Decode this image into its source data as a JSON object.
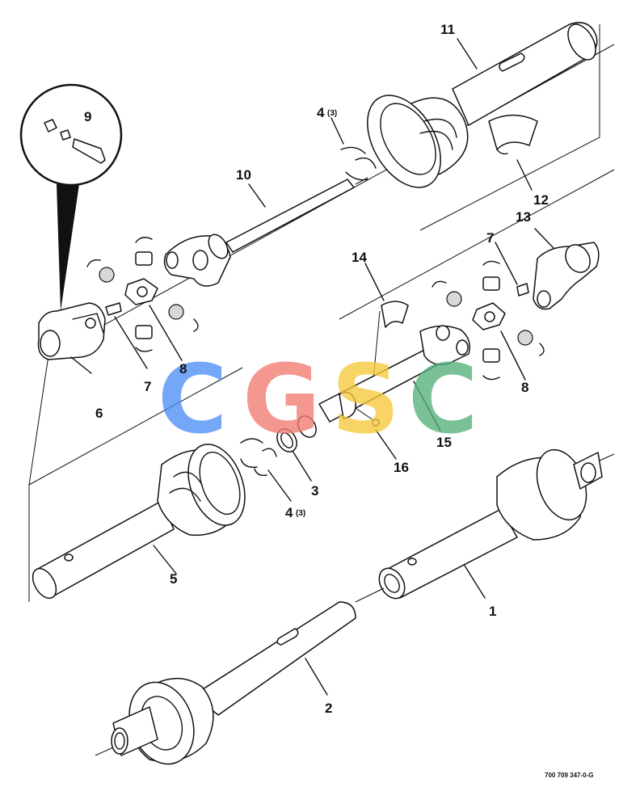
{
  "callouts": {
    "p1": "1",
    "p2": "2",
    "p3": "3",
    "p4a": "4",
    "p4a_qty": "(3)",
    "p4b": "4",
    "p4b_qty": "(3)",
    "p5": "5",
    "p6": "6",
    "p7a": "7",
    "p7b": "7",
    "p8a": "8",
    "p8b": "8",
    "p9": "9",
    "p10": "10",
    "p11": "11",
    "p12": "12",
    "p13": "13",
    "p14": "14",
    "p15": "15",
    "p16": "16"
  },
  "watermark": {
    "letters": [
      "C",
      "G",
      "S",
      "C"
    ],
    "colors": [
      "#4f8ff7",
      "#f07a70",
      "#f5c93a",
      "#55b07a"
    ]
  },
  "figure_ref": "700 709 347-0-G"
}
